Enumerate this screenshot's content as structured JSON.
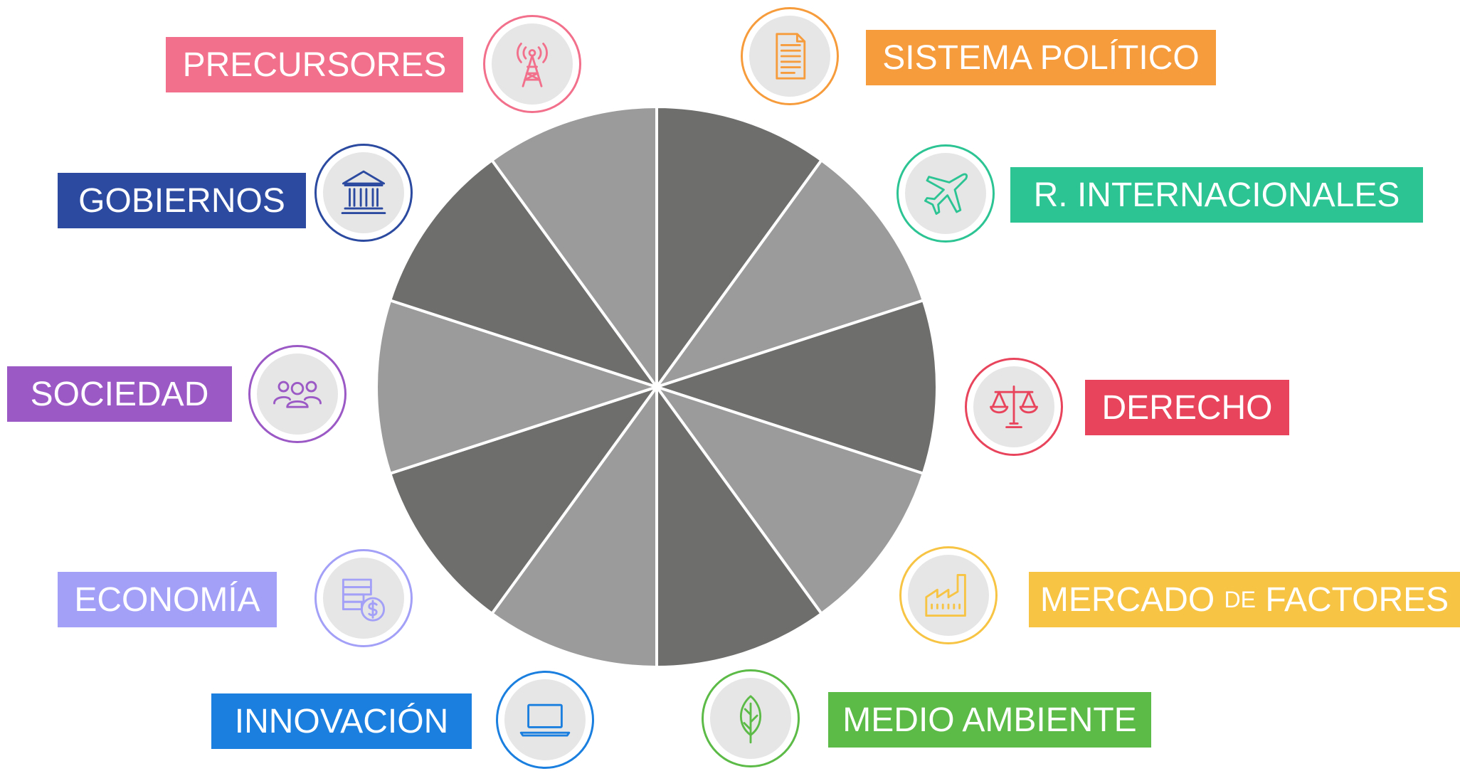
{
  "wheel": {
    "segment_count": 10,
    "dark_color": "#6e6e6d",
    "light_color": "#9b9b9b"
  },
  "items": [
    {
      "id": "precursores",
      "label": "PRECURSORES",
      "color": "#f2708b",
      "icon": "radio-tower-icon"
    },
    {
      "id": "sistema-politico",
      "label": "SISTEMA POLÍTICO",
      "color": "#f79c3c",
      "icon": "document-icon"
    },
    {
      "id": "gobiernos",
      "label": "GOBIERNOS",
      "color": "#2b4aa0",
      "icon": "government-building-icon"
    },
    {
      "id": "relaciones-internacionales",
      "label": "R. INTERNACIONALES",
      "color": "#2dc494",
      "icon": "airplane-icon"
    },
    {
      "id": "sociedad",
      "label": "SOCIEDAD",
      "color": "#9b59c6",
      "icon": "people-group-icon"
    },
    {
      "id": "derecho",
      "label": "DERECHO",
      "color": "#e8455c",
      "icon": "scales-of-justice-icon"
    },
    {
      "id": "economia",
      "label": "ECONOMÍA",
      "color": "#a3a0f7",
      "icon": "money-stack-icon"
    },
    {
      "id": "mercado-de-factores",
      "label_part1": "MERCADO ",
      "label_part2": "DE",
      "label_part3": " FACTORES",
      "color": "#f7c444",
      "icon": "factory-icon"
    },
    {
      "id": "innovacion",
      "label": "INNOVACIÓN",
      "color": "#1a7fde",
      "icon": "laptop-icon"
    },
    {
      "id": "medio-ambiente",
      "label": "MEDIO AMBIENTE",
      "color": "#5cba47",
      "icon": "leaf-icon"
    }
  ]
}
